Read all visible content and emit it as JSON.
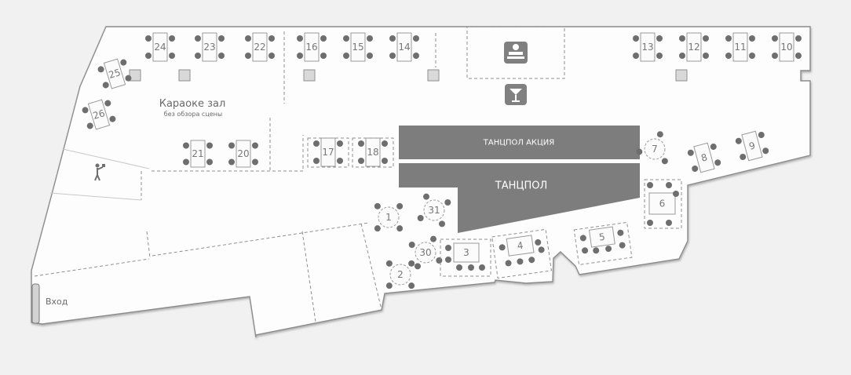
{
  "map": {
    "entrance_label": "Вход",
    "karaoke_title": "Караоке зал",
    "karaoke_subtitle": "без обзора сцены",
    "dancefloor_promo": "ТАНЦПОЛ АКЦИЯ",
    "dancefloor": "ТАНЦПОЛ",
    "icons": {
      "dj": "dj-booth-icon",
      "bar": "cocktail-bar-icon",
      "photographer": "photographer-icon"
    }
  },
  "tables": [
    {
      "id": "24",
      "label": "24"
    },
    {
      "id": "23",
      "label": "23"
    },
    {
      "id": "22",
      "label": "22"
    },
    {
      "id": "16",
      "label": "16"
    },
    {
      "id": "15",
      "label": "15"
    },
    {
      "id": "14",
      "label": "14"
    },
    {
      "id": "13",
      "label": "13"
    },
    {
      "id": "12",
      "label": "12"
    },
    {
      "id": "11",
      "label": "11"
    },
    {
      "id": "10",
      "label": "10"
    },
    {
      "id": "25",
      "label": "25"
    },
    {
      "id": "26",
      "label": "26"
    },
    {
      "id": "21",
      "label": "21"
    },
    {
      "id": "20",
      "label": "20"
    },
    {
      "id": "17",
      "label": "17"
    },
    {
      "id": "18",
      "label": "18"
    },
    {
      "id": "7",
      "label": "7"
    },
    {
      "id": "8",
      "label": "8"
    },
    {
      "id": "9",
      "label": "9"
    },
    {
      "id": "6",
      "label": "6"
    },
    {
      "id": "1",
      "label": "1"
    },
    {
      "id": "31",
      "label": "31"
    },
    {
      "id": "30",
      "label": "30"
    },
    {
      "id": "2",
      "label": "2"
    },
    {
      "id": "3",
      "label": "3"
    },
    {
      "id": "4",
      "label": "4"
    },
    {
      "id": "5",
      "label": "5"
    }
  ]
}
